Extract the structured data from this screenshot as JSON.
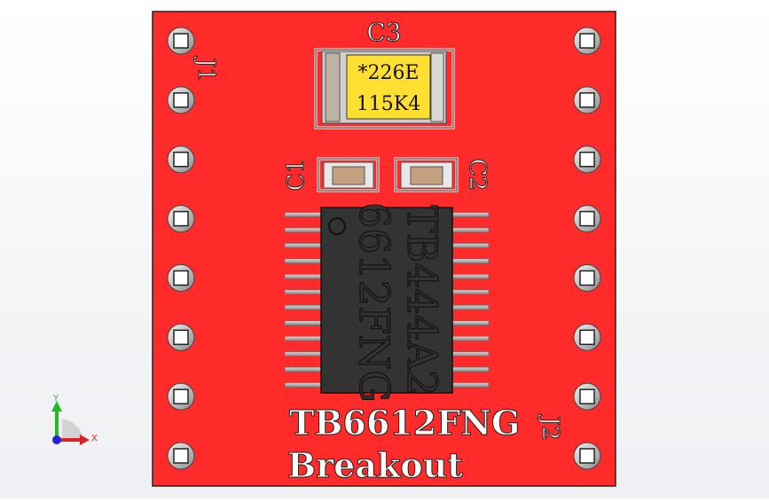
{
  "board": {
    "title_line1": "TB6612FNG",
    "title_line2": "Breakout",
    "pcb_color": "#ff2b2b",
    "header_left": "J1",
    "header_right": "J2",
    "pins_per_header": 8
  },
  "components": {
    "c3": {
      "ref": "C3",
      "marking_line1": "*226E",
      "marking_line2": "115K4",
      "body_color": "#ffe030"
    },
    "c1": {
      "ref": "C1"
    },
    "c2": {
      "ref": "C2"
    },
    "ic": {
      "marking_line1": "TB444A2",
      "marking_line2": "6612FNG",
      "pins_per_side": 12,
      "body_color": "#333333"
    }
  },
  "triad": {
    "y_label": "Y",
    "x_label": "X",
    "y_color": "#22bb22",
    "x_color": "#dd2222",
    "z_color": "#2222dd"
  }
}
